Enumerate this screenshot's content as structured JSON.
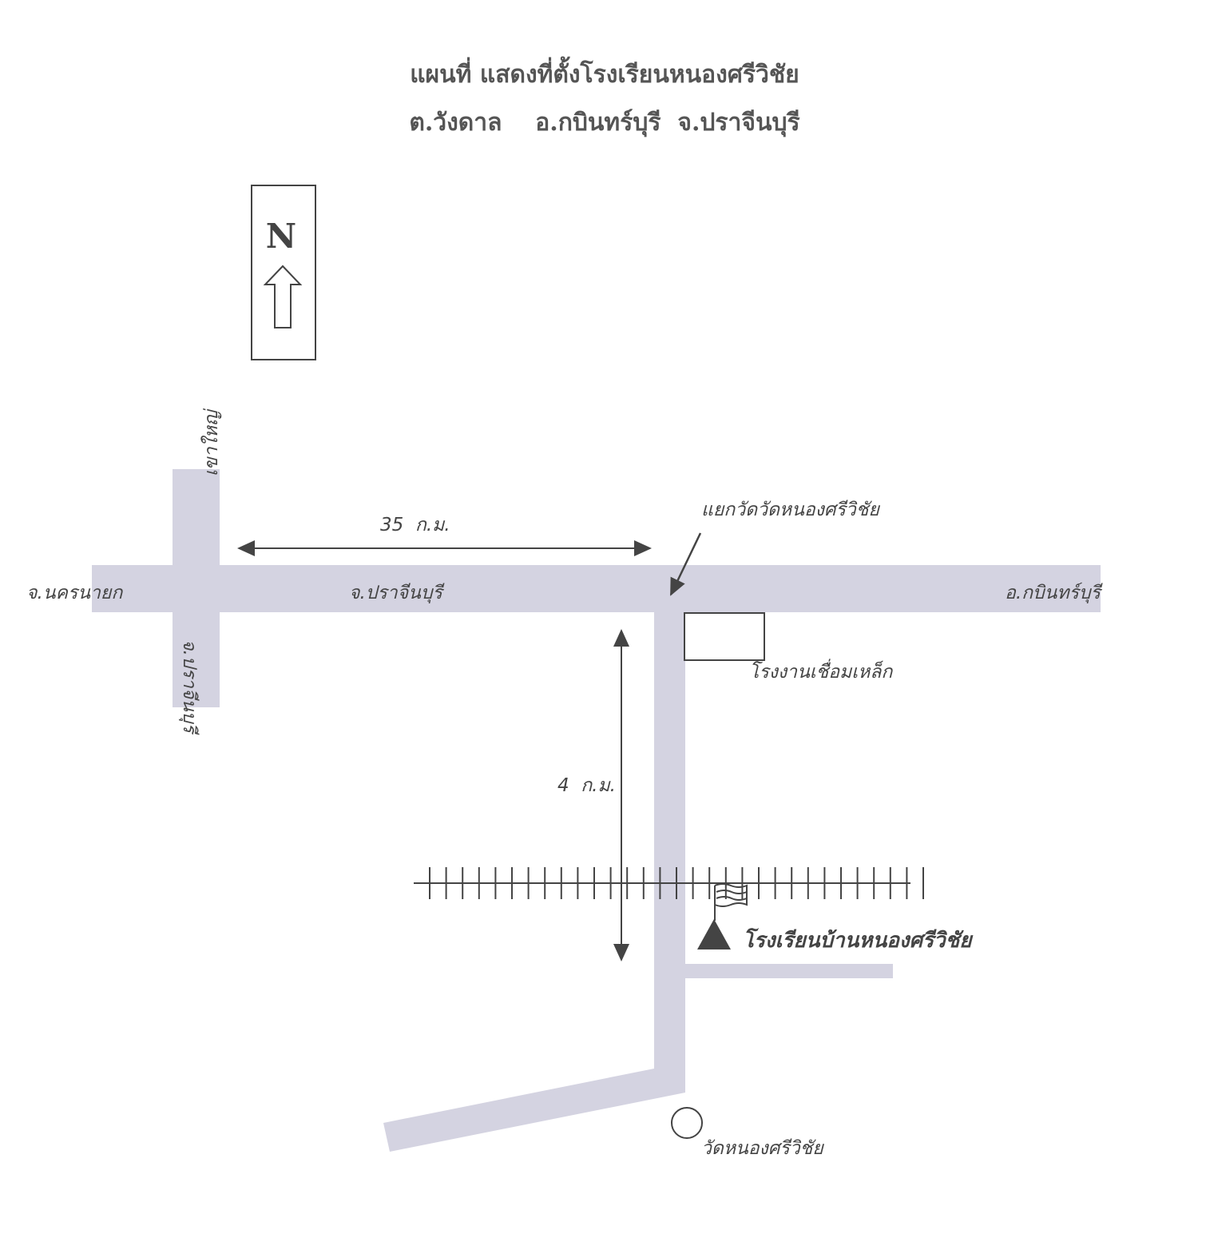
{
  "title": {
    "line1": "แผนที่ แสดงที่ตั้งโรงเรียนหนองศรีวิชัย",
    "line2": "ต.วังดาล    อ.กบินทร์บุรี  จ.ปราจีนบุรี"
  },
  "compass": {
    "label": "N"
  },
  "labels": {
    "khao_yai": "เขาใหญ่",
    "nakhon_nayok": "จ.นครนายก",
    "prachinburi_road": "จ.ปราจีนบุรี",
    "prachinburi_vertical": "จ.ปราจีนบุรี",
    "kabinburi": "อ.กบินทร์บุรี",
    "junction": "แยกวัดวัดหนองศรีวิชัย",
    "factory": "โรงงานเชื่อมเหล็ก",
    "school": "โรงเรียนบ้านหนองศรีวิชัย",
    "temple": "วัดหนองศรีวิชัย"
  },
  "distances": {
    "horizontal": "35  ก.ม.",
    "vertical": "4  ก.ม."
  },
  "colors": {
    "road": "#d4d3e1",
    "ink": "#444444"
  }
}
